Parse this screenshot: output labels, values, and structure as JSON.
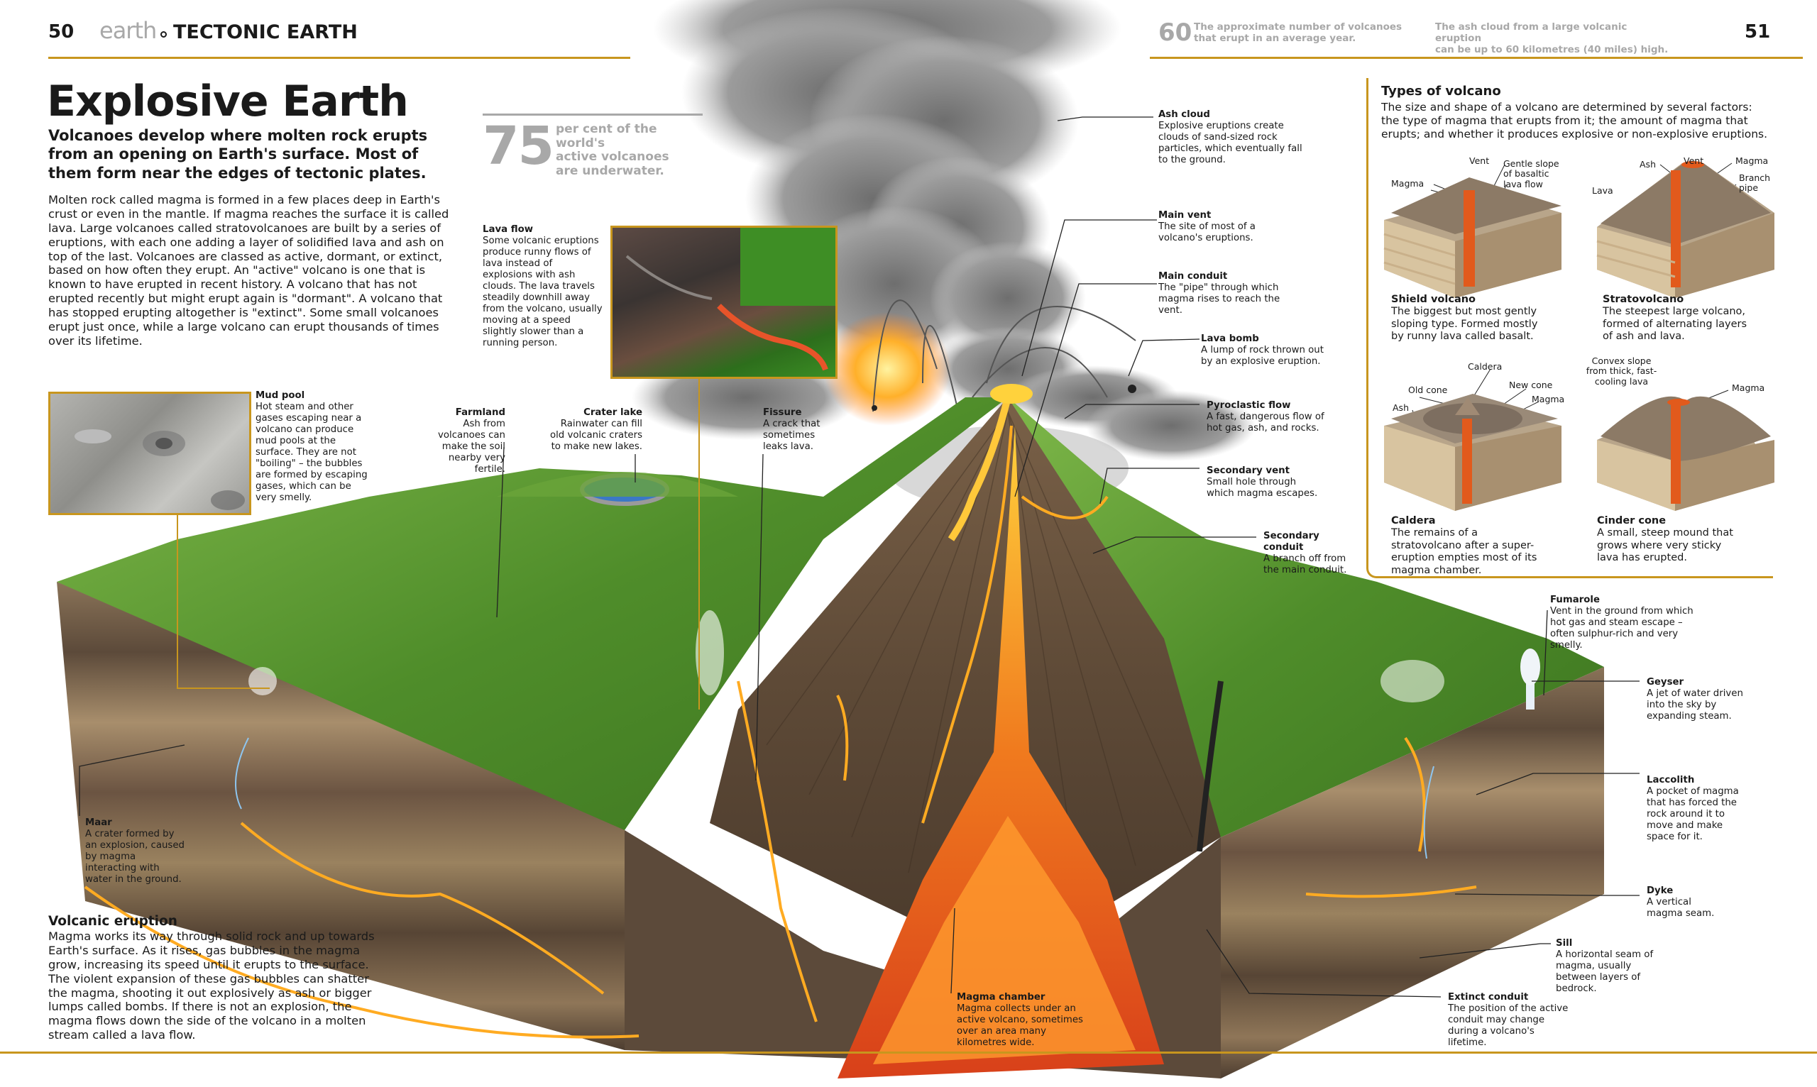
{
  "header": {
    "left_page_number": "50",
    "section_light": "earth",
    "section_bold": "TECTONIC EARTH",
    "right_page_number": "51",
    "fact1_num": "60",
    "fact1_text_1": "The approximate number of volcanoes",
    "fact1_text_2": "that erupt in an average year.",
    "fact2_text_1": "The ash cloud from a large volcanic eruption",
    "fact2_text_2": "can be up to 60 kilometres (40 miles) high."
  },
  "title": "Explosive Earth",
  "intro": "Volcanoes develop where molten rock erupts from an opening on Earth's surface. Most of them form near the edges of tectonic plates.",
  "body": "Molten rock called magma is formed in a few places deep in Earth's crust or even in the mantle. If magma reaches the surface it is called lava. Large volcanoes called stratovolcanoes are built by a series of eruptions, with each one adding a layer of solidified lava and ash on top of the last. Volcanoes are classed as active, dormant, or extinct, based on how often they erupt. An \"active\" volcano is one that is known to have erupted in recent history. A volcano that has not erupted recently but might erupt again is \"dormant\". A volcano that has stopped erupting altogether is \"extinct\". Some small volcanoes erupt just once, while a large volcano can erupt thousands of times over its lifetime.",
  "stat": {
    "number": "75",
    "text_1": "per cent of the world's",
    "text_2": "active volcanoes",
    "text_3": "are underwater."
  },
  "eruption": {
    "heading": "Volcanic eruption",
    "text": "Magma works its way through solid rock and up towards Earth's surface. As it rises, gas bubbles in the magma grow, increasing its speed until it erupts to the surface. The violent expansion of these gas bubbles can shatter the magma, shooting it out explosively as ash or bigger lumps called bombs. If there is not an explosion, the magma flows down the side of the volcano in a molten stream called a lava flow."
  },
  "labels": {
    "mud_pool": {
      "title": "Mud pool",
      "text": "Hot steam and other gases escaping near a volcano can produce mud pools at the surface. They are not \"boiling\" – the bubbles are formed by escaping gases, which can be very smelly."
    },
    "lava_flow": {
      "title": "Lava flow",
      "text": "Some volcanic eruptions produce runny flows of lava instead of explosions with ash clouds. The lava travels steadily downhill away from the volcano, usually moving at a speed slightly slower than a running person."
    },
    "farmland": {
      "title": "Farmland",
      "text": "Ash from volcanoes can make the soil nearby very fertile."
    },
    "crater_lake": {
      "title": "Crater lake",
      "text": "Rainwater can fill old volcanic craters to make new lakes."
    },
    "fissure": {
      "title": "Fissure",
      "text": "A crack that sometimes leaks lava."
    },
    "ash_cloud": {
      "title": "Ash cloud",
      "text": "Explosive eruptions create clouds of sand-sized rock particles, which eventually fall to the ground."
    },
    "main_vent": {
      "title": "Main vent",
      "text": "The site of most of a volcano's eruptions."
    },
    "main_conduit": {
      "title": "Main conduit",
      "text": "The \"pipe\" through which magma rises to reach the vent."
    },
    "lava_bomb": {
      "title": "Lava bomb",
      "text": "A lump of rock thrown out by an explosive eruption."
    },
    "pyroclastic_flow": {
      "title": "Pyroclastic flow",
      "text": "A fast, dangerous flow of hot gas, ash, and rocks."
    },
    "secondary_vent": {
      "title": "Secondary vent",
      "text": "Small hole through which magma escapes."
    },
    "secondary_conduit": {
      "title": "Secondary conduit",
      "text": "A branch off from the main conduit."
    },
    "fumarole": {
      "title": "Fumarole",
      "text": "Vent in the ground from which hot gas and steam escape – often sulphur-rich and very smelly."
    },
    "geyser": {
      "title": "Geyser",
      "text": "A jet of water driven into the sky by expanding steam."
    },
    "laccolith": {
      "title": "Laccolith",
      "text": "A pocket of magma that has forced the rock around it to move and make space for it."
    },
    "dyke": {
      "title": "Dyke",
      "text": "A vertical magma seam."
    },
    "sill": {
      "title": "Sill",
      "text": "A horizontal seam of magma, usually between layers of bedrock."
    },
    "extinct_conduit": {
      "title": "Extinct conduit",
      "text": "The position of the active conduit may change during a volcano's lifetime."
    },
    "magma_chamber": {
      "title": "Magma chamber",
      "text": "Magma collects under an active volcano, sometimes over an area many kilometres wide."
    },
    "maar": {
      "title": "Maar",
      "text": "A crater formed by an explosion, caused by magma interacting with water in the ground."
    }
  },
  "types": {
    "heading": "Types of volcano",
    "intro": "The size and shape of a volcano are determined by several factors: the type of magma that erupts from it; the amount of magma that erupts; and whether it produces explosive or non-explosive eruptions.",
    "shield": {
      "name": "Shield volcano",
      "text": "The biggest but most gently sloping type. Formed mostly by runny lava called basalt.",
      "lbl_vent": "Vent",
      "lbl_magma": "Magma",
      "lbl_slope": "Gentle slope of basaltic lava flow"
    },
    "strato": {
      "name": "Stratovolcano",
      "text": "The steepest large volcano, formed of alternating layers of ash and lava.",
      "lbl_ash": "Ash",
      "lbl_vent": "Vent",
      "lbl_magma": "Magma",
      "lbl_lava": "Lava",
      "lbl_branch": "Branch pipe"
    },
    "caldera": {
      "name": "Caldera",
      "text": "The remains of a stratovolcano after a super-eruption empties most of its magma chamber.",
      "lbl_caldera": "Caldera",
      "lbl_old": "Old cone",
      "lbl_new": "New cone",
      "lbl_ash": "Ash",
      "lbl_magma": "Magma"
    },
    "cinder": {
      "name": "Cinder cone",
      "text": "A small, steep mound that grows where very sticky lava has erupted.",
      "lbl_slope": "Convex slope from thick, fast-cooling lava",
      "lbl_magma": "Magma"
    }
  },
  "colors": {
    "accent": "#c8961e",
    "lava": "#e8621a",
    "grass": "#5a9a2e",
    "rock": "#6b5540"
  }
}
